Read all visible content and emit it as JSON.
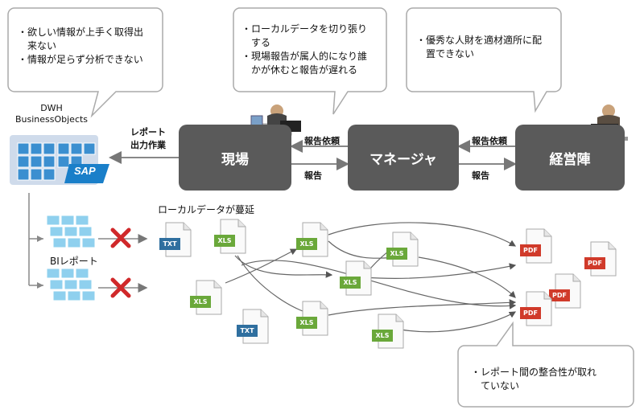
{
  "bubbles": {
    "left": [
      "・欲しい情報が上手く取得出",
      "　来ない",
      "・情報が足らず分析できない"
    ],
    "middle": [
      "・ローカルデータを切り張り",
      "　する",
      "・現場報告が属人的になり誰",
      "　かが休むと報告が遅れる"
    ],
    "right": [
      "・優秀な人財を適材適所に配",
      "　置できない"
    ],
    "bottom": [
      "・レポート間の整合性が取れ",
      "　ていない"
    ]
  },
  "dwh": {
    "line1": "DWH",
    "line2": "BusinessObjects",
    "sap": "SAP"
  },
  "nodes": {
    "genba": "現場",
    "manager": "マネージャ",
    "executive": "経営陣"
  },
  "edges": {
    "report_output_1": "レポート",
    "report_output_2": "出力作業",
    "request_1": "報告依頼",
    "report_1": "報告",
    "request_2": "報告依頼",
    "report_2": "報告"
  },
  "labels": {
    "local_data": "ローカルデータが蔓延",
    "bi_report": "BIレポート"
  },
  "file_types": {
    "txt": "TXT",
    "xls": "XLS",
    "pdf": "PDF"
  },
  "colors": {
    "node": "#5a5a5a",
    "xls": "#6aa83a",
    "txt": "#2f6f9f",
    "pdf": "#d03a2a",
    "cross": "#d0282a"
  }
}
